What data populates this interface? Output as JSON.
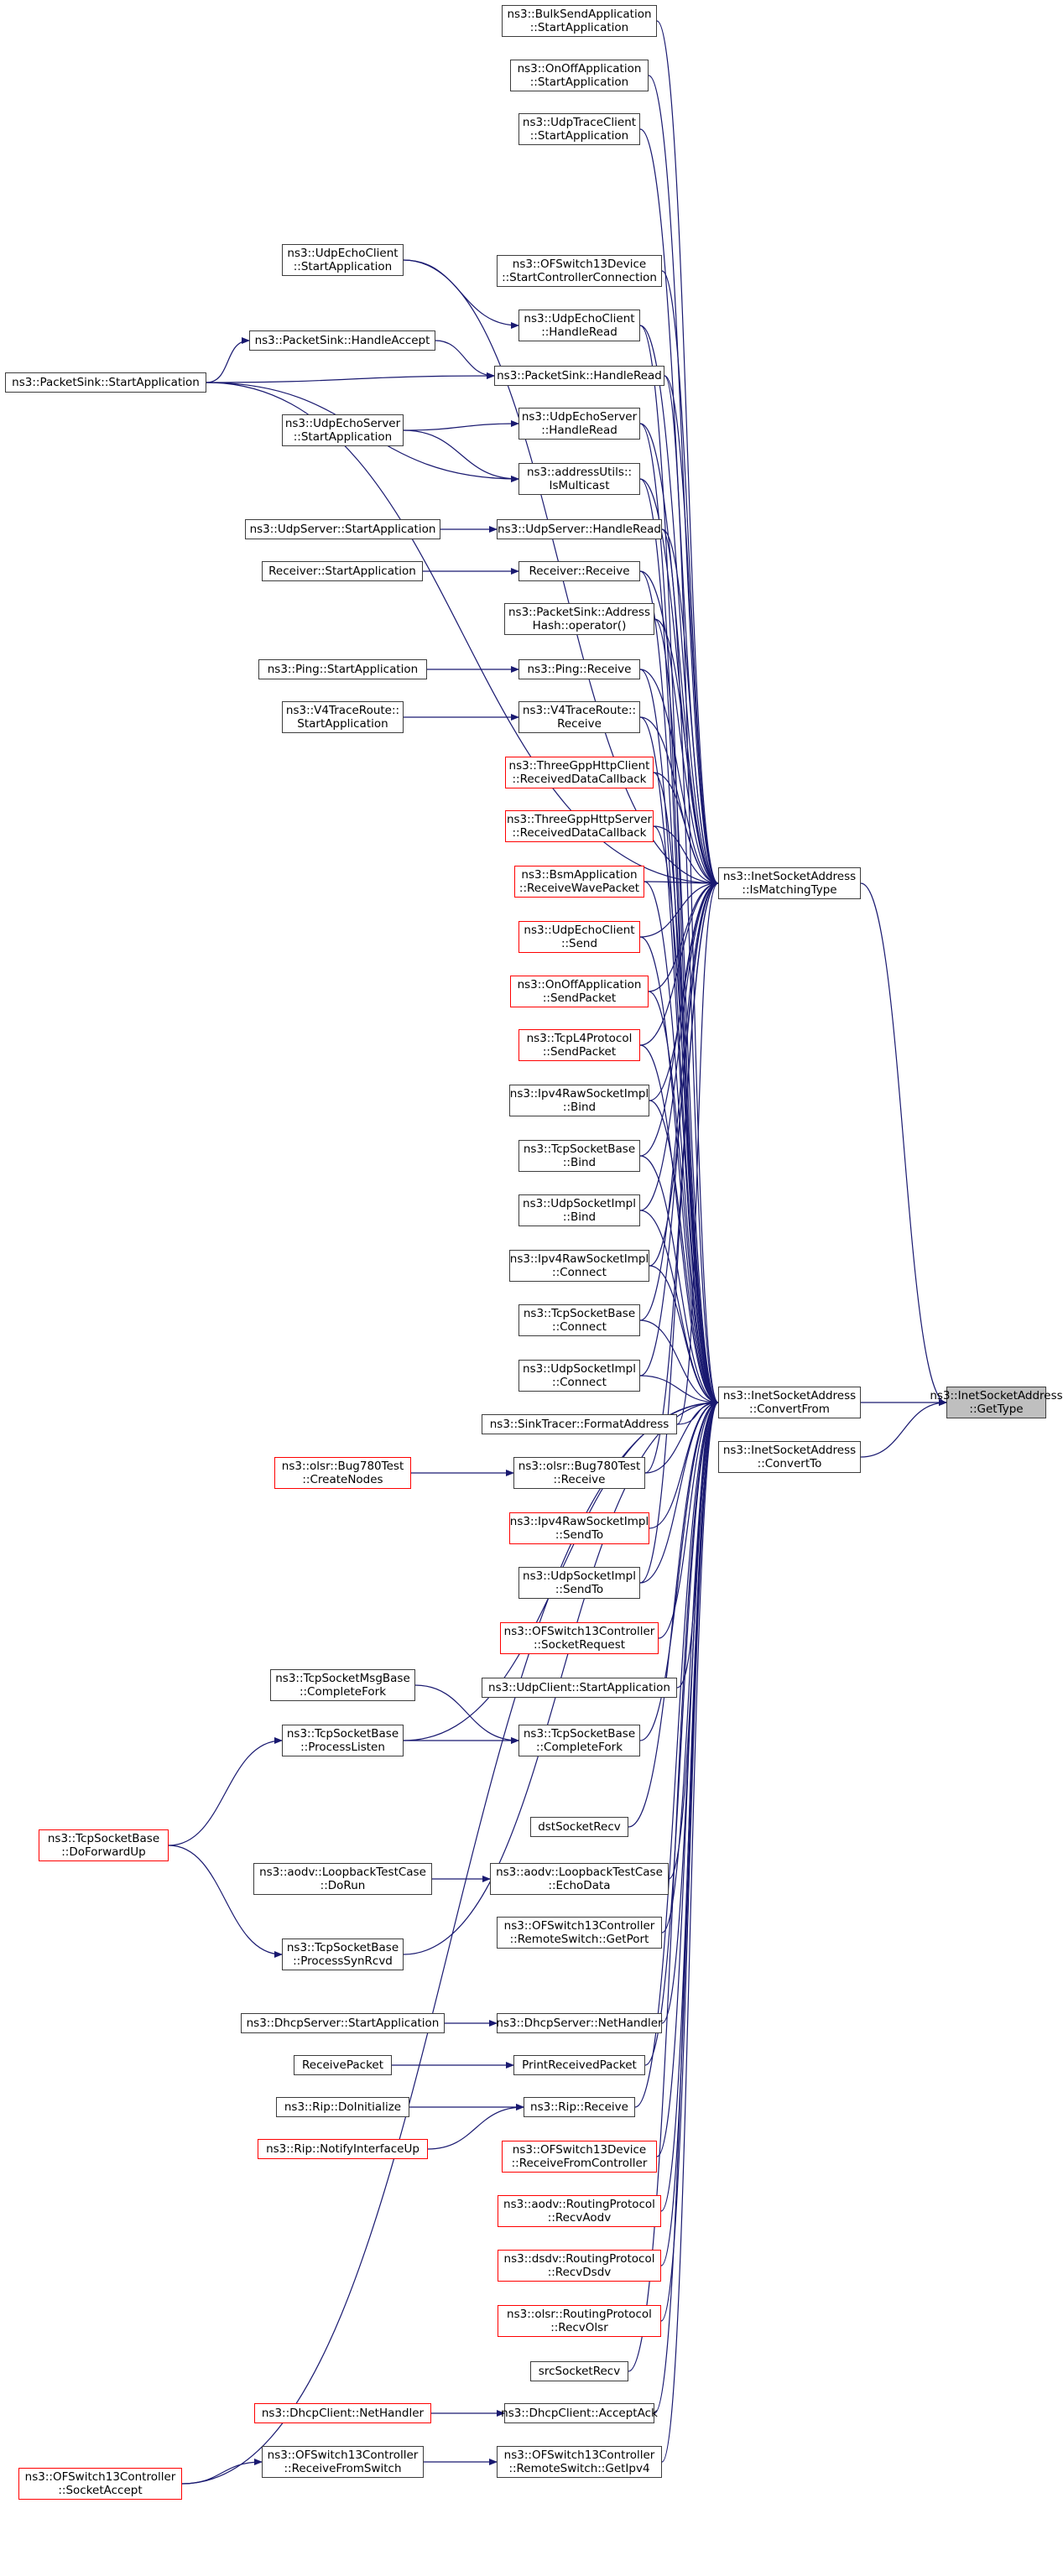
{
  "colors": {
    "edge": "#191970",
    "border": "#3d3d3d",
    "incomplete_border": "#ff0000",
    "root_fill": "#bfbfbf"
  },
  "root": {
    "id": "gettype",
    "label": "ns3::InetSocketAddress\n::GetType"
  },
  "nodes": [
    {
      "id": "bulksend",
      "label": "ns3::BulkSendApplication\n::StartApplication",
      "red": false
    },
    {
      "id": "onoffstart",
      "label": "ns3::OnOffApplication\n::StartApplication",
      "red": false
    },
    {
      "id": "udptrace",
      "label": "ns3::UdpTraceClient\n::StartApplication",
      "red": false
    },
    {
      "id": "echoclientstart",
      "label": "ns3::UdpEchoClient\n::StartApplication",
      "red": false
    },
    {
      "id": "ofsw13dev",
      "label": "ns3::OFSwitch13Device\n::StartControllerConnection",
      "red": false
    },
    {
      "id": "echoclientread",
      "label": "ns3::UdpEchoClient\n::HandleRead",
      "red": false
    },
    {
      "id": "sinkaccept",
      "label": "ns3::PacketSink::HandleAccept",
      "red": false
    },
    {
      "id": "sinkstart",
      "label": "ns3::PacketSink::StartApplication",
      "red": false
    },
    {
      "id": "sinkread",
      "label": "ns3::PacketSink::HandleRead",
      "red": false
    },
    {
      "id": "echoserverstart",
      "label": "ns3::UdpEchoServer\n::StartApplication",
      "red": false
    },
    {
      "id": "echoserverread",
      "label": "ns3::UdpEchoServer\n::HandleRead",
      "red": false
    },
    {
      "id": "ismulticast",
      "label": "ns3::addressUtils::\nIsMulticast",
      "red": false
    },
    {
      "id": "udpserverstart",
      "label": "ns3::UdpServer::StartApplication",
      "red": false
    },
    {
      "id": "udpserverread",
      "label": "ns3::UdpServer::HandleRead",
      "red": false
    },
    {
      "id": "receiverstart",
      "label": "Receiver::StartApplication",
      "red": false
    },
    {
      "id": "receiverrecv",
      "label": "Receiver::Receive",
      "red": false
    },
    {
      "id": "addresshash",
      "label": "ns3::PacketSink::Address\nHash::operator()",
      "red": false
    },
    {
      "id": "pingstart",
      "label": "ns3::Ping::StartApplication",
      "red": false
    },
    {
      "id": "pingrecv",
      "label": "ns3::Ping::Receive",
      "red": false
    },
    {
      "id": "v4tracestart",
      "label": "ns3::V4TraceRoute::\nStartApplication",
      "red": false
    },
    {
      "id": "v4tracerecv",
      "label": "ns3::V4TraceRoute::\nReceive",
      "red": false
    },
    {
      "id": "threegppclient",
      "label": "ns3::ThreeGppHttpClient\n::ReceivedDataCallback",
      "red": true
    },
    {
      "id": "threegppserver",
      "label": "ns3::ThreeGppHttpServer\n::ReceivedDataCallback",
      "red": true
    },
    {
      "id": "bsm",
      "label": "ns3::BsmApplication\n::ReceiveWavePacket",
      "red": true
    },
    {
      "id": "echoclientsend",
      "label": "ns3::UdpEchoClient\n::Send",
      "red": true
    },
    {
      "id": "onoffsend",
      "label": "ns3::OnOffApplication\n::SendPacket",
      "red": true
    },
    {
      "id": "tcpl4send",
      "label": "ns3::TcpL4Protocol\n::SendPacket",
      "red": true
    },
    {
      "id": "ipv4rawbind",
      "label": "ns3::Ipv4RawSocketImpl\n::Bind",
      "red": false
    },
    {
      "id": "tcpbind",
      "label": "ns3::TcpSocketBase\n::Bind",
      "red": false
    },
    {
      "id": "udpbind",
      "label": "ns3::UdpSocketImpl\n::Bind",
      "red": false
    },
    {
      "id": "ipv4rawconnect",
      "label": "ns3::Ipv4RawSocketImpl\n::Connect",
      "red": false
    },
    {
      "id": "tcpconnect",
      "label": "ns3::TcpSocketBase\n::Connect",
      "red": false
    },
    {
      "id": "udpconnect",
      "label": "ns3::UdpSocketImpl\n::Connect",
      "red": false
    },
    {
      "id": "sinktracer",
      "label": "ns3::SinkTracer::FormatAddress",
      "red": false
    },
    {
      "id": "olsrcreate",
      "label": "ns3::olsr::Bug780Test\n::CreateNodes",
      "red": true
    },
    {
      "id": "olsrrecv",
      "label": "ns3::olsr::Bug780Test\n::Receive",
      "red": false
    },
    {
      "id": "ipv4rawsendto",
      "label": "ns3::Ipv4RawSocketImpl\n::SendTo",
      "red": true
    },
    {
      "id": "udpsendto",
      "label": "ns3::UdpSocketImpl\n::SendTo",
      "red": false
    },
    {
      "id": "ofcsockreq",
      "label": "ns3::OFSwitch13Controller\n::SocketRequest",
      "red": true
    },
    {
      "id": "msgcompletefork",
      "label": "ns3::TcpSocketMsgBase\n::CompleteFork",
      "red": false
    },
    {
      "id": "udpclientstart",
      "label": "ns3::UdpClient::StartApplication",
      "red": false
    },
    {
      "id": "processlisten",
      "label": "ns3::TcpSocketBase\n::ProcessListen",
      "red": false
    },
    {
      "id": "completefork",
      "label": "ns3::TcpSocketBase\n::CompleteFork",
      "red": false
    },
    {
      "id": "dstsocketrecv",
      "label": "dstSocketRecv",
      "red": false
    },
    {
      "id": "doforwardup",
      "label": "ns3::TcpSocketBase\n::DoForwardUp",
      "red": true
    },
    {
      "id": "aodvdorun",
      "label": "ns3::aodv::LoopbackTestCase\n::DoRun",
      "red": false
    },
    {
      "id": "aodvecho",
      "label": "ns3::aodv::LoopbackTestCase\n::EchoData",
      "red": false
    },
    {
      "id": "getport",
      "label": "ns3::OFSwitch13Controller\n::RemoteSwitch::GetPort",
      "red": false
    },
    {
      "id": "processsynrcvd",
      "label": "ns3::TcpSocketBase\n::ProcessSynRcvd",
      "red": false
    },
    {
      "id": "dhcpserverstart",
      "label": "ns3::DhcpServer::StartApplication",
      "red": false
    },
    {
      "id": "dhcpservernet",
      "label": "ns3::DhcpServer::NetHandler",
      "red": false
    },
    {
      "id": "receivepacket",
      "label": "ReceivePacket",
      "red": false
    },
    {
      "id": "printreceived",
      "label": "PrintReceivedPacket",
      "red": false
    },
    {
      "id": "ripinit",
      "label": "ns3::Rip::DoInitialize",
      "red": false
    },
    {
      "id": "riprecv",
      "label": "ns3::Rip::Receive",
      "red": false
    },
    {
      "id": "ripnotify",
      "label": "ns3::Rip::NotifyInterfaceUp",
      "red": true
    },
    {
      "id": "ofsw13recv",
      "label": "ns3::OFSwitch13Device\n::ReceiveFromController",
      "red": true
    },
    {
      "id": "aodvrecv",
      "label": "ns3::aodv::RoutingProtocol\n::RecvAodv",
      "red": true
    },
    {
      "id": "dsdvrecv",
      "label": "ns3::dsdv::RoutingProtocol\n::RecvDsdv",
      "red": true
    },
    {
      "id": "olsrrecvolsr",
      "label": "ns3::olsr::RoutingProtocol\n::RecvOlsr",
      "red": true
    },
    {
      "id": "srcsocketrecv",
      "label": "srcSocketRecv",
      "red": false
    },
    {
      "id": "dhcpclientnet",
      "label": "ns3::DhcpClient::NetHandler",
      "red": true
    },
    {
      "id": "dhcpclientack",
      "label": "ns3::DhcpClient::AcceptAck",
      "red": false
    },
    {
      "id": "ofcrecvswitch",
      "label": "ns3::OFSwitch13Controller\n::ReceiveFromSwitch",
      "red": false
    },
    {
      "id": "getipv4",
      "label": "ns3::OFSwitch13Controller\n::RemoteSwitch::GetIpv4",
      "red": false
    },
    {
      "id": "ofcsockaccept",
      "label": "ns3::OFSwitch13Controller\n::SocketAccept",
      "red": true
    },
    {
      "id": "ismatchingtype",
      "label": "ns3::InetSocketAddress\n::IsMatchingType",
      "red": false
    },
    {
      "id": "convertfrom",
      "label": "ns3::InetSocketAddress\n::ConvertFrom",
      "red": false
    },
    {
      "id": "convertto",
      "label": "ns3::InetSocketAddress\n::ConvertTo",
      "red": false
    }
  ],
  "edges": [
    [
      "ismatchingtype",
      "gettype"
    ],
    [
      "convertfrom",
      "gettype"
    ],
    [
      "convertto",
      "gettype"
    ],
    [
      "bulksend",
      "ismatchingtype"
    ],
    [
      "onoffstart",
      "ismatchingtype"
    ],
    [
      "udptrace",
      "ismatchingtype"
    ],
    [
      "echoclientstart",
      "ismatchingtype"
    ],
    [
      "ofsw13dev",
      "ismatchingtype"
    ],
    [
      "echoclientread",
      "ismatchingtype"
    ],
    [
      "sinkstart",
      "ismatchingtype"
    ],
    [
      "sinkread",
      "ismatchingtype"
    ],
    [
      "echoserverread",
      "ismatchingtype"
    ],
    [
      "ismulticast",
      "ismatchingtype"
    ],
    [
      "udpserverread",
      "ismatchingtype"
    ],
    [
      "receiverrecv",
      "ismatchingtype"
    ],
    [
      "addresshash",
      "ismatchingtype"
    ],
    [
      "pingrecv",
      "ismatchingtype"
    ],
    [
      "v4tracerecv",
      "ismatchingtype"
    ],
    [
      "threegppclient",
      "ismatchingtype"
    ],
    [
      "threegppserver",
      "ismatchingtype"
    ],
    [
      "bsm",
      "ismatchingtype"
    ],
    [
      "echoclientsend",
      "ismatchingtype"
    ],
    [
      "onoffsend",
      "ismatchingtype"
    ],
    [
      "tcpl4send",
      "ismatchingtype"
    ],
    [
      "ipv4rawbind",
      "ismatchingtype"
    ],
    [
      "tcpbind",
      "ismatchingtype"
    ],
    [
      "udpbind",
      "ismatchingtype"
    ],
    [
      "ipv4rawconnect",
      "ismatchingtype"
    ],
    [
      "tcpconnect",
      "ismatchingtype"
    ],
    [
      "udpconnect",
      "ismatchingtype"
    ],
    [
      "sinktracer",
      "ismatchingtype"
    ],
    [
      "olsrrecv",
      "ismatchingtype"
    ],
    [
      "udpsendto",
      "ismatchingtype"
    ],
    [
      "echoclientread",
      "convertfrom"
    ],
    [
      "sinkread",
      "convertfrom"
    ],
    [
      "echoserverread",
      "convertfrom"
    ],
    [
      "ismulticast",
      "convertfrom"
    ],
    [
      "udpserverread",
      "convertfrom"
    ],
    [
      "receiverrecv",
      "convertfrom"
    ],
    [
      "addresshash",
      "convertfrom"
    ],
    [
      "pingrecv",
      "convertfrom"
    ],
    [
      "v4tracerecv",
      "convertfrom"
    ],
    [
      "threegppclient",
      "convertfrom"
    ],
    [
      "threegppserver",
      "convertfrom"
    ],
    [
      "bsm",
      "convertfrom"
    ],
    [
      "echoclientsend",
      "convertfrom"
    ],
    [
      "onoffsend",
      "convertfrom"
    ],
    [
      "tcpl4send",
      "convertfrom"
    ],
    [
      "ipv4rawbind",
      "convertfrom"
    ],
    [
      "tcpbind",
      "convertfrom"
    ],
    [
      "udpbind",
      "convertfrom"
    ],
    [
      "ipv4rawconnect",
      "convertfrom"
    ],
    [
      "tcpconnect",
      "convertfrom"
    ],
    [
      "udpconnect",
      "convertfrom"
    ],
    [
      "sinktracer",
      "convertfrom"
    ],
    [
      "olsrrecv",
      "convertfrom"
    ],
    [
      "ipv4rawsendto",
      "convertfrom"
    ],
    [
      "udpsendto",
      "convertfrom"
    ],
    [
      "ofcsockreq",
      "convertfrom"
    ],
    [
      "udpclientstart",
      "convertfrom"
    ],
    [
      "completefork",
      "convertfrom"
    ],
    [
      "processlisten",
      "convertfrom"
    ],
    [
      "dstsocketrecv",
      "convertfrom"
    ],
    [
      "aodvecho",
      "convertfrom"
    ],
    [
      "getport",
      "convertfrom"
    ],
    [
      "processsynrcvd",
      "convertfrom"
    ],
    [
      "dhcpservernet",
      "convertfrom"
    ],
    [
      "printreceived",
      "convertfrom"
    ],
    [
      "riprecv",
      "convertfrom"
    ],
    [
      "ofsw13recv",
      "convertfrom"
    ],
    [
      "aodvrecv",
      "convertfrom"
    ],
    [
      "dsdvrecv",
      "convertfrom"
    ],
    [
      "olsrrecvolsr",
      "convertfrom"
    ],
    [
      "srcsocketrecv",
      "convertfrom"
    ],
    [
      "dhcpclientack",
      "convertfrom"
    ],
    [
      "getipv4",
      "convertfrom"
    ],
    [
      "ofcsockaccept",
      "convertfrom"
    ],
    [
      "echoclientstart",
      "echoclientread"
    ],
    [
      "sinkstart",
      "sinkaccept"
    ],
    [
      "sinkaccept",
      "sinkread"
    ],
    [
      "sinkstart",
      "sinkread"
    ],
    [
      "sinkstart",
      "ismulticast"
    ],
    [
      "echoserverstart",
      "echoserverread"
    ],
    [
      "echoserverstart",
      "ismulticast"
    ],
    [
      "udpserverstart",
      "udpserverread"
    ],
    [
      "receiverstart",
      "receiverrecv"
    ],
    [
      "pingstart",
      "pingrecv"
    ],
    [
      "v4tracestart",
      "v4tracerecv"
    ],
    [
      "olsrcreate",
      "olsrrecv"
    ],
    [
      "msgcompletefork",
      "completefork"
    ],
    [
      "processlisten",
      "completefork"
    ],
    [
      "doforwardup",
      "processlisten"
    ],
    [
      "doforwardup",
      "processsynrcvd"
    ],
    [
      "aodvdorun",
      "aodvecho"
    ],
    [
      "dhcpserverstart",
      "dhcpservernet"
    ],
    [
      "receivepacket",
      "printreceived"
    ],
    [
      "ripinit",
      "riprecv"
    ],
    [
      "ripnotify",
      "riprecv"
    ],
    [
      "dhcpclientnet",
      "dhcpclientack"
    ],
    [
      "ofcrecvswitch",
      "getipv4"
    ],
    [
      "ofcsockaccept",
      "ofcrecvswitch"
    ]
  ]
}
